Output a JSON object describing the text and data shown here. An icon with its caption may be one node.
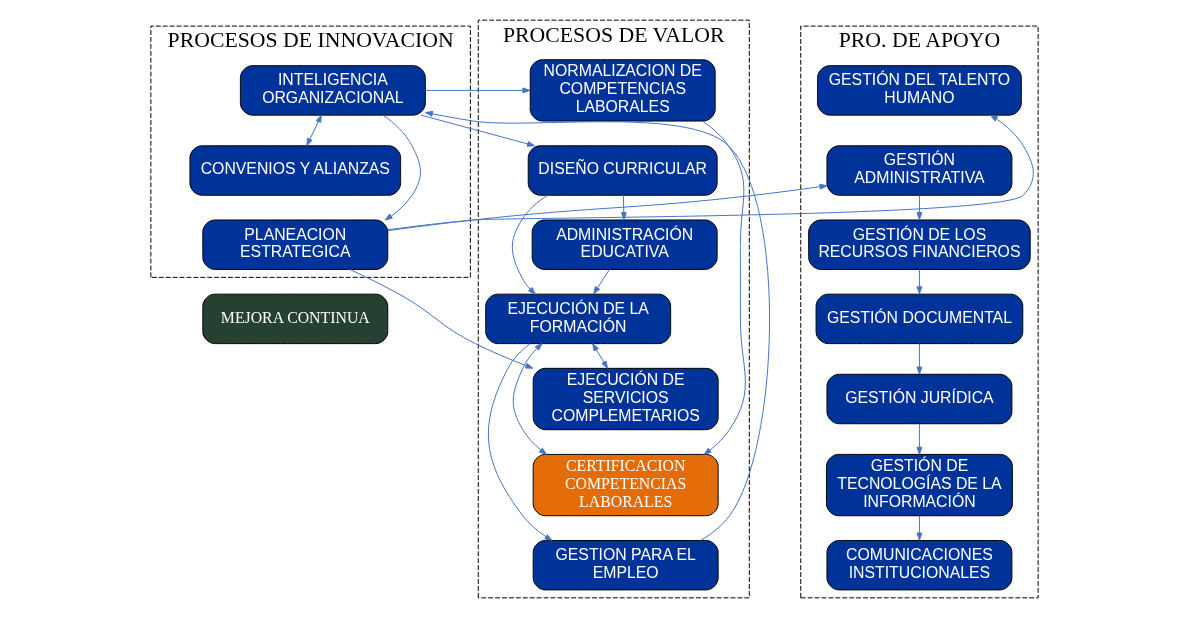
{
  "diagram": {
    "nodes": [
      {
        "text": [
          "PROCESOS DE INNOVACION"
        ]
      },
      {
        "text": [
          "INTELIGENCIA ORGANIZACIONAL"
        ],
        "in": 0
      },
      {
        "text": [
          "CONVENIOS Y ALIANZAS"
        ],
        "in": 0
      },
      {
        "text": [
          "PLANEACION ESTRATEGICA"
        ],
        "in": 0
      },
      {
        "text": [
          "PROCESOS DE VALOR"
        ]
      },
      {
        "text": [
          "NORMALIZACION DE COMPETENCIAS LABORALES"
        ],
        "in": 4
      },
      {
        "text": [
          "DISEÑO CURRICULAR"
        ],
        "in": 4
      },
      {
        "text": [
          "ADMINISTRACIÓN EDUCATIVA"
        ],
        "in": 4
      },
      {
        "text": [
          "EJECUCIÓN DE LA FORMACIÓN"
        ],
        "in": 4
      },
      {
        "text": [
          "EJECUCIÓN DE SERVICIOS COMPLEMETARIOS"
        ],
        "in": 4
      },
      {
        "text": [
          "CERTIFICACION COMPETENCIAS LABORALES"
        ],
        "in": 4
      },
      {
        "text": [
          "GESTION PARA EL EMPLEO"
        ],
        "in": 4
      },
      {
        "text": [
          "PRO. DE APOYO"
        ]
      },
      {
        "text": [
          "GESTIÓN DEL TALENTO HUMANO"
        ],
        "in": 12
      },
      {
        "text": [
          "GESTIÓN ADMINISTRATIVA"
        ],
        "in": 12
      },
      {
        "text": [
          "GESTIÓN DE LOS RECURSOS FINANCIEROS"
        ],
        "in": 12
      },
      {
        "text": [
          "GESTIÓN DOCUMENTAL"
        ],
        "in": 12
      },
      {
        "text": [
          "GESTIÓN JURÍDICA"
        ],
        "in": 12
      },
      {
        "text": [
          "GESTIÓN DE TECNOLOGÍAS DE LA INFORMACIÓN"
        ],
        "in": 12
      },
      {
        "text": [
          "COMUNICACIONES INSTITUCIONALES"
        ],
        "in": 12
      },
      {
        "text": [
          "MEJORA CONTINUA"
        ]
      }
    ],
    "edges": [
      {
        "from": 1,
        "to": 2,
        "arrow": "both"
      },
      {
        "from": 1,
        "to": 3,
        "arrow": "to"
      },
      {
        "from": 1,
        "to": 5,
        "arrow": "to"
      },
      {
        "from": 1,
        "to": 6,
        "arrow": "to"
      },
      {
        "from": 3,
        "to": 13,
        "arrow": "to"
      },
      {
        "from": 3,
        "to": 14,
        "arrow": "to"
      },
      {
        "from": 3,
        "to": 9,
        "arrow": "to"
      },
      {
        "from": 5,
        "to": 10,
        "arrow": "to"
      },
      {
        "from": 6,
        "to": 7,
        "arrow": "to"
      },
      {
        "from": 7,
        "to": 8,
        "arrow": "to"
      },
      {
        "from": 6,
        "to": 8,
        "arrow": "to"
      },
      {
        "from": 8,
        "to": 9,
        "arrow": "both"
      },
      {
        "from": 8,
        "to": 11,
        "arrow": "to"
      },
      {
        "from": 8,
        "to": 10,
        "arrow": "both"
      },
      {
        "from": 11,
        "to": 1,
        "arrow": "to"
      },
      {
        "from": 14,
        "to": 15,
        "arrow": "to"
      },
      {
        "from": 15,
        "to": 16,
        "arrow": "to"
      },
      {
        "from": 16,
        "to": 17,
        "arrow": "to"
      },
      {
        "from": 17,
        "to": 18,
        "arrow": "to"
      },
      {
        "from": 18,
        "to": 19,
        "arrow": "to"
      }
    ]
  }
}
